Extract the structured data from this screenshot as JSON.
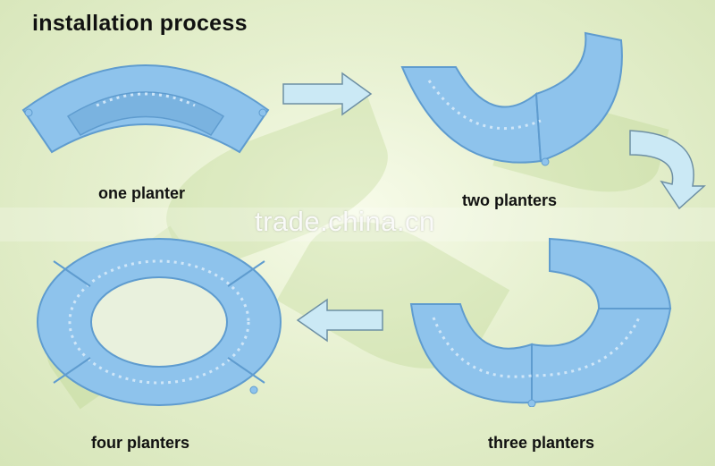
{
  "title": "installation process",
  "steps": [
    {
      "label": "one planter"
    },
    {
      "label": "two planters"
    },
    {
      "label": "three planters"
    },
    {
      "label": "four planters"
    }
  ],
  "watermark": "trade.china.cn",
  "colors": {
    "planter": "#8ec3ec",
    "planter_dark": "#5f9ccf",
    "arrow_fill": "#cbe9f5",
    "arrow_stroke": "#6d8fa4"
  }
}
